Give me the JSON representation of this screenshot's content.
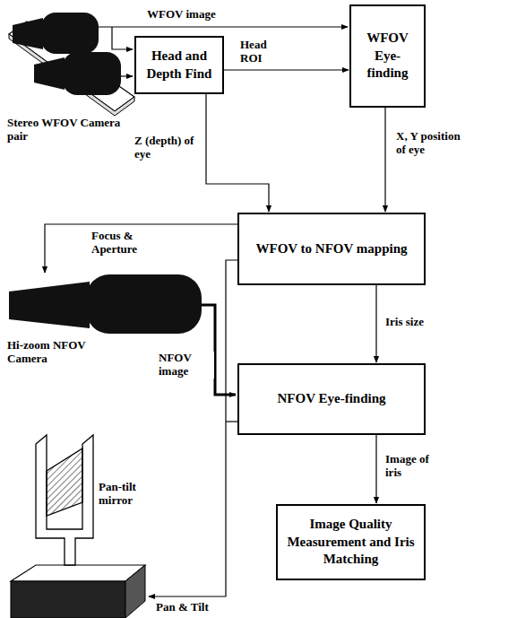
{
  "diagram": {
    "nodes": [
      {
        "text": [
          "Head and Depth Find"
        ]
      },
      {
        "text": [
          "WFOV Eye-finding"
        ]
      },
      {
        "text": [
          "WFOV to NFOV mapping"
        ]
      },
      {
        "text": [
          "NFOV Eye-finding"
        ]
      },
      {
        "text": [
          "Image Quality Measurement and Iris Matching"
        ]
      }
    ],
    "edges": [
      {
        "from": 0,
        "to": 1,
        "label": "Head ROI",
        "arrow": "to"
      },
      {
        "from": 1,
        "to": 2,
        "label": "X, Y position of eye",
        "arrow": "to"
      },
      {
        "from": 0,
        "to": 2,
        "label": "Z (depth) of eye",
        "arrow": "to"
      },
      {
        "from": 2,
        "to": 3,
        "label": "Iris size",
        "arrow": "to"
      },
      {
        "from": 3,
        "to": 4,
        "label": "Image of iris",
        "arrow": "to"
      }
    ],
    "labels": [
      "WFOV image",
      "Stereo WFOV Camera pair",
      "Focus & Aperture",
      "Hi-zoom NFOV Camera",
      "NFOV image",
      "Pan-tilt mirror",
      "Pan & Tilt"
    ]
  }
}
